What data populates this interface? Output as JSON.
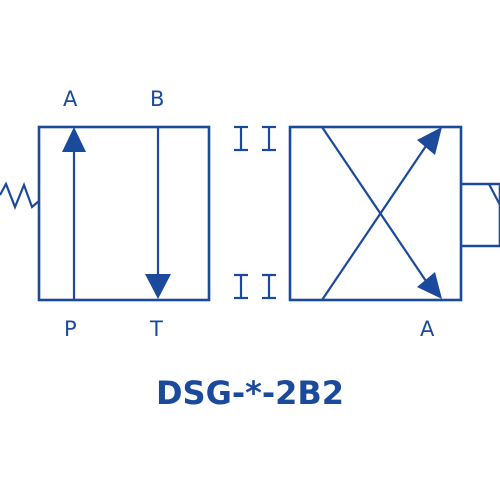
{
  "diagram": {
    "colors": {
      "stroke": "#1b4a9c",
      "background": "#ffffff"
    },
    "left_box": {
      "ports": {
        "top_left": "A",
        "top_right": "B",
        "bottom_left": "P",
        "bottom_right": "T"
      }
    },
    "right_box": {
      "ports": {
        "bottom_right": "A"
      }
    },
    "model_code": "DSG-*-2B2"
  }
}
